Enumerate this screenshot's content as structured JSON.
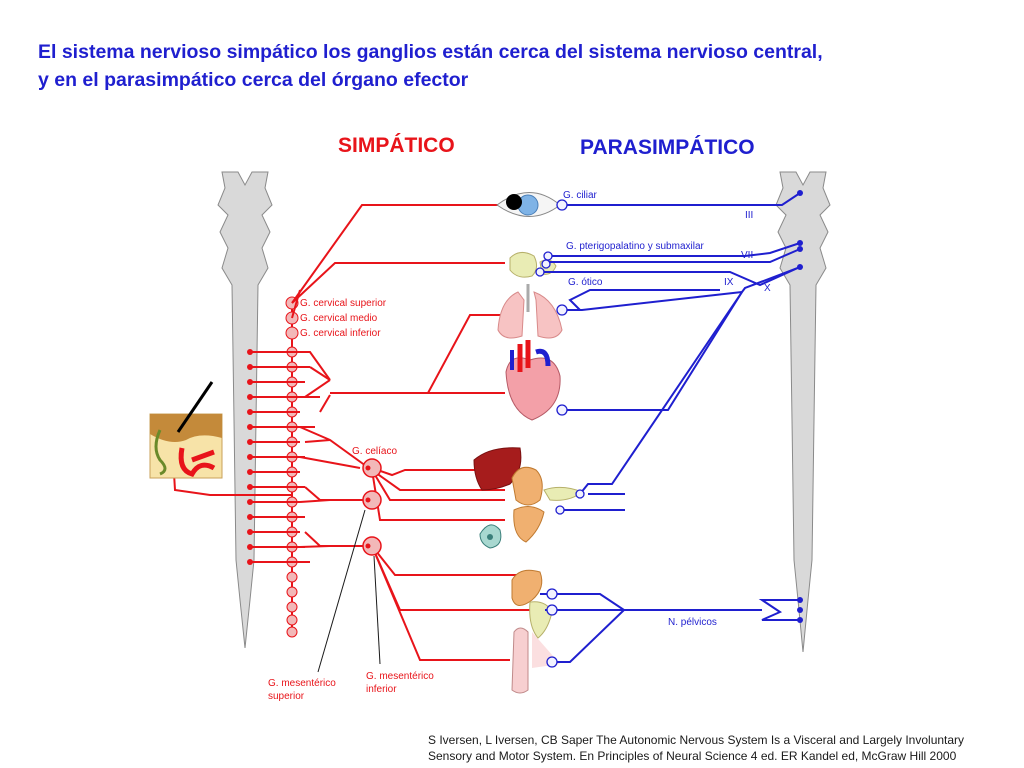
{
  "title_line1": "El sistema nervioso simpático los ganglios están cerca del sistema nervioso central,",
  "title_line2": "y en el parasimpático cerca del órgano efector",
  "headings": {
    "sympathetic": "SIMPÁTICO",
    "parasympathetic": "PARASIMPÁTICO"
  },
  "sympathetic_labels": {
    "cervical_superior": "G. cervical superior",
    "cervical_medio": "G. cervical medio",
    "cervical_inferior": "G. cervical inferior",
    "celiaco": "G. celíaco",
    "mesenterico_superior": [
      "G. mesentérico",
      "superior"
    ],
    "mesenterico_inferior": [
      "G. mesentérico",
      "inferior"
    ]
  },
  "parasympathetic_labels": {
    "ciliar": "G. ciliar",
    "pterigopalatino": "G. pterigopalatino y submaxilar",
    "otico": "G. ótico",
    "pelvicos": "N. pélvicos"
  },
  "cranial_nerves": [
    "III",
    "VII",
    "IX",
    "X"
  ],
  "citation": [
    "S Iversen, L Iversen, CB Saper The Autonomic Nervous System Is a Visceral and Largely Involuntary",
    "Sensory and Motor System. En Principles of Neural Science 4 ed. ER Kandel ed, McGraw Hill 2000"
  ],
  "colors": {
    "sympathetic": "#e8141a",
    "parasympathetic": "#1f1fcf",
    "title": "#1f1fcf",
    "cord": "#d9d9d9"
  }
}
